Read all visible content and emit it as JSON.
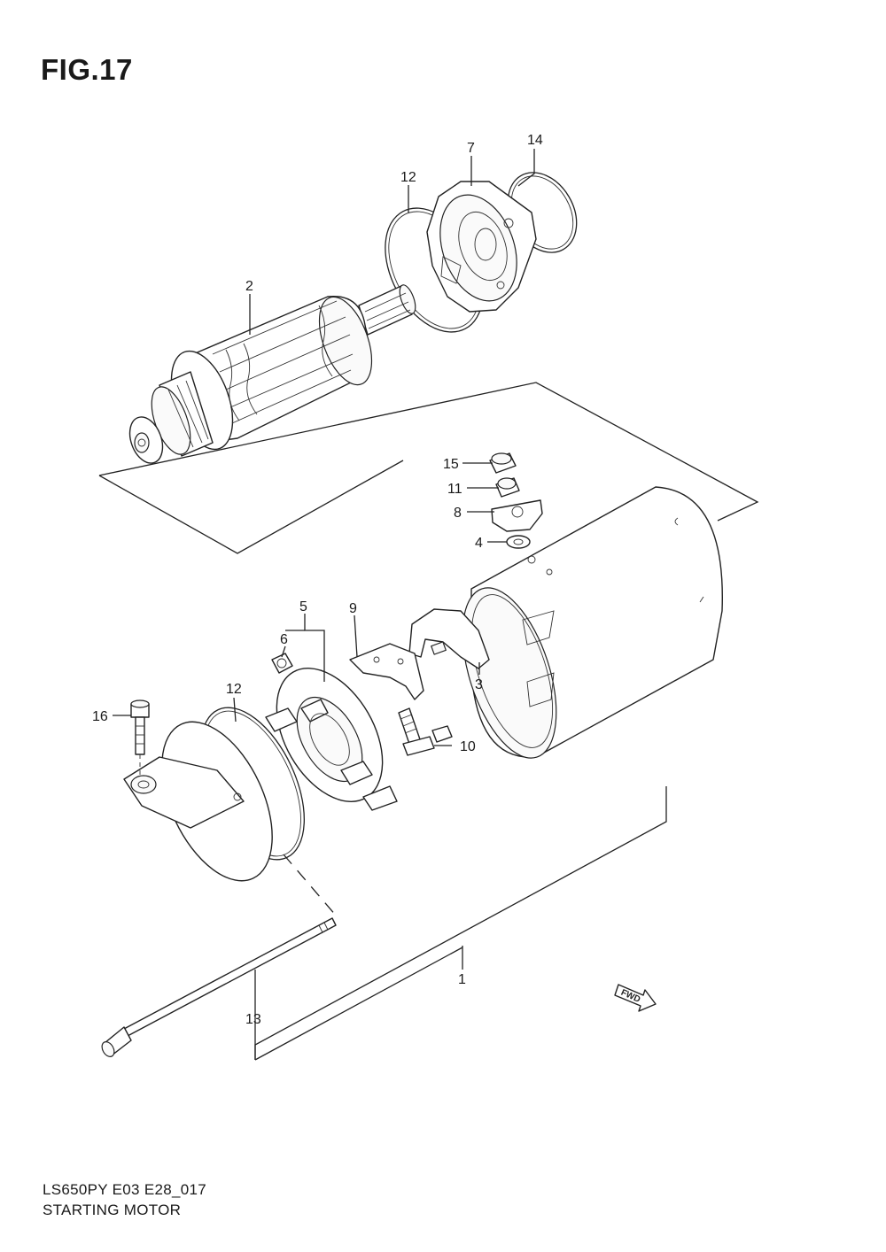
{
  "figure": {
    "title": "FIG.17"
  },
  "footer": {
    "code": "LS650PY E03 E28_017",
    "name": "STARTING MOTOR"
  },
  "fwd_label": "FWD",
  "callouts": [
    {
      "id": "c7",
      "text": "7"
    },
    {
      "id": "c14",
      "text": "14"
    },
    {
      "id": "c12a",
      "text": "12"
    },
    {
      "id": "c2",
      "text": "2"
    },
    {
      "id": "c15",
      "text": "15"
    },
    {
      "id": "c11",
      "text": "11"
    },
    {
      "id": "c8",
      "text": "8"
    },
    {
      "id": "c4",
      "text": "4"
    },
    {
      "id": "c5",
      "text": "5"
    },
    {
      "id": "c9",
      "text": "9"
    },
    {
      "id": "c6",
      "text": "6"
    },
    {
      "id": "c12b",
      "text": "12"
    },
    {
      "id": "c16",
      "text": "16"
    },
    {
      "id": "c3",
      "text": "3"
    },
    {
      "id": "c10",
      "text": "10"
    },
    {
      "id": "c1",
      "text": "1"
    },
    {
      "id": "c13",
      "text": "13"
    }
  ]
}
